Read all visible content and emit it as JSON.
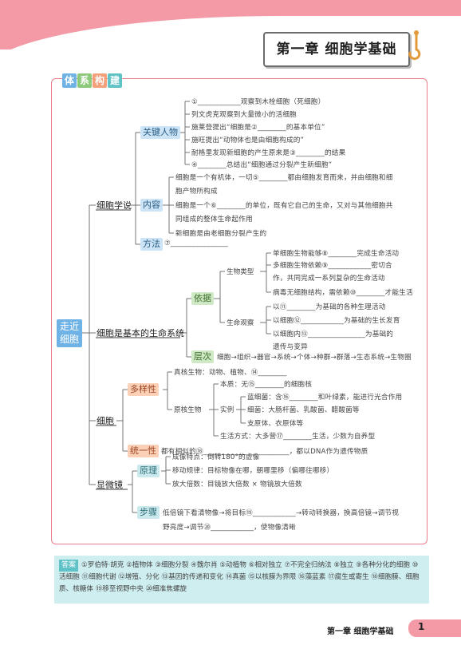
{
  "chapter_title": "第一章 细胞学基础",
  "section_tag_chars": [
    "体",
    "系",
    "构",
    "建"
  ],
  "root": "走近\n细胞",
  "level1": {
    "cell_theory": "细胞学说",
    "basic_unit": "细胞是基本的生命系统",
    "cell": "细胞",
    "microscope": "显微镜"
  },
  "level2": {
    "key_people": "关键人物",
    "content": "内容",
    "method": "方法",
    "basis": "依据",
    "level": "层次",
    "diversity": "多样性",
    "unity": "统一性",
    "principle": "原理",
    "steps": "步骤"
  },
  "key_people_items": [
    "①____________观察到木栓细胞（死细胞）",
    "列文虎克观察到大量微小的活细胞",
    "施莱登提出“细胞是②________的基本单位”",
    "施旺提出“动物体也是由细胞构成的”",
    "耐格里发现新细胞的产生原来是③________的结果",
    "④________总结出“细胞通过分裂产生新细胞”"
  ],
  "content_items": [
    "细胞是一个有机体，一切⑤________都由细胞发育而来，并由细胞和细",
    "胞产物所构成",
    "细胞是一个⑥________的单位，既有它自己的生命，又对与其他细胞共",
    "同组成的整体生命起作用",
    "新细胞是由老细胞分裂产生的"
  ],
  "method_item": "⑦________________",
  "basis_sub": {
    "type": "生物类型",
    "observe": "生命观察"
  },
  "basis_type_items": [
    "单细胞生物能够⑧________完成生命活动",
    "多细胞生物依赖⑨____________密切合",
    "作，共同完成一系列复杂的生命活动",
    "病毒无细胞结构，需依赖⑩________才能生活"
  ],
  "basis_observe_items": [
    "以⑪________为基础的各种生理活动",
    "以细胞⑫____________为基础的生长发育",
    "以细胞内⑬________________为基础的",
    "遗传与变异"
  ],
  "level_item": "细胞→组织→器官→系统→个体→种群→群落→生态系统→生物圈",
  "diversity_items": {
    "eukaryote": "真核生物：动物、植物、⑭________",
    "prokaryote": "原核生物",
    "nucleus": "本质：无⑮________的细胞核",
    "example": "实例",
    "cyano": "蓝细菌：含⑯________和叶绿素，能进行光合作用",
    "bacteria": "细菌：大肠杆菌、乳酸菌、醋酸菌等",
    "myco": "支原体、衣原体等",
    "life": "生活方式：大多营⑰________生活，少数为自养型"
  },
  "unity_item": "都有相似的⑱________________________，都以DNA作为遗传物质",
  "principle_items": [
    "成像特点：倒转180°的虚像",
    "移动规律：目标物像在哪，朝哪里移（偏哪往哪移）",
    "放大倍数：目镜放大倍数 × 物镜放大倍数"
  ],
  "steps_items": [
    "低倍镜下看清物像→将目标⑲____________→转动转换器，换高倍镜→调节视",
    "野亮度→调节⑳____________，使物像清晰"
  ],
  "answers_label": "答案",
  "answers_text": "①罗伯特·胡克 ②植物体 ③细胞分裂 ④魏尔肖 ⑤动植物 ⑥相对独立 ⑦不完全归纳法 ⑧独立 ⑨各种分化的细胞 ⑩活细胞 ⑪细胞代谢 ⑫增殖、分化 ⑬基因的传递和变化 ⑭真菌 ⑮以核膜为界限 ⑯藻蓝素 ⑰腐生或寄生 ⑱细胞膜、细胞质、核糖体 ⑲移至视野中央 ⑳细准焦螺旋",
  "footer": "第一章 细胞学基础",
  "page_number": "1",
  "colors": {
    "pink": "#f39aa6",
    "blue": "#6fb2e6",
    "green": "#8dc97a",
    "orange": "#f4a07a",
    "teal": "#5fc2c7"
  }
}
